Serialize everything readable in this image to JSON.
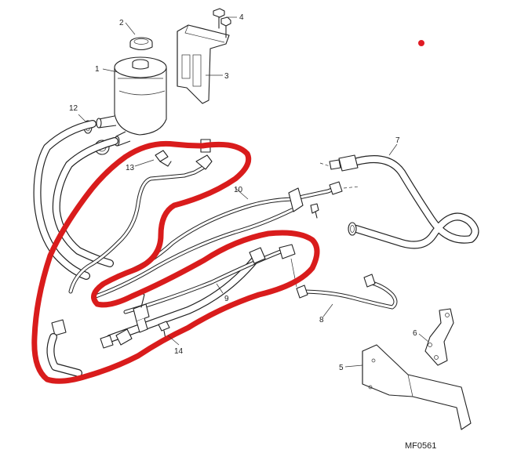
{
  "diagram": {
    "reference_code": "MF0561",
    "part_labels": [
      {
        "id": "p1",
        "text": "1"
      },
      {
        "id": "p2",
        "text": "2"
      },
      {
        "id": "p3",
        "text": "3"
      },
      {
        "id": "p4",
        "text": "4"
      },
      {
        "id": "p5",
        "text": "5"
      },
      {
        "id": "p6",
        "text": "6"
      },
      {
        "id": "p7",
        "text": "7"
      },
      {
        "id": "p8",
        "text": "8"
      },
      {
        "id": "p9",
        "text": "9"
      },
      {
        "id": "p10",
        "text": "10"
      },
      {
        "id": "p12",
        "text": "12"
      },
      {
        "id": "p13",
        "text": "13"
      },
      {
        "id": "p14",
        "text": "14"
      }
    ],
    "colors": {
      "line_art": "#222222",
      "highlight_marker": "#d91c1c",
      "dot_marker": "#e01b24",
      "background": "#ffffff"
    }
  }
}
